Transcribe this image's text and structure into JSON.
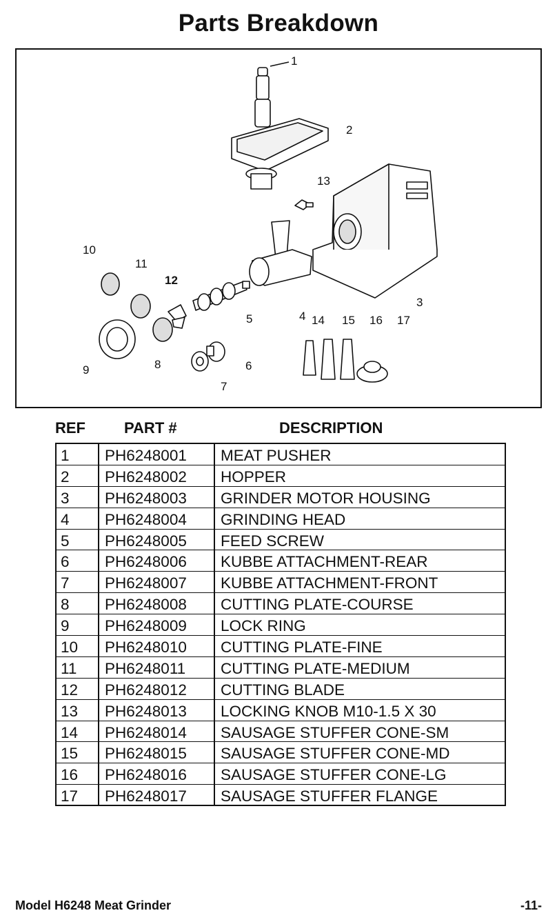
{
  "page": {
    "title": "Parts Breakdown",
    "footer_left": "Model H6248 Meat Grinder",
    "footer_right": "-11-"
  },
  "diagram": {
    "callouts": [
      "1",
      "2",
      "3",
      "4",
      "5",
      "6",
      "7",
      "8",
      "9",
      "10",
      "11",
      "12",
      "13",
      "14",
      "15",
      "16",
      "17"
    ]
  },
  "table": {
    "headers": {
      "ref": "REF",
      "part": "PART #",
      "desc": "DESCRIPTION"
    },
    "rows": [
      {
        "ref": "1",
        "part": "PH6248001",
        "desc": "MEAT PUSHER"
      },
      {
        "ref": "2",
        "part": "PH6248002",
        "desc": "HOPPER"
      },
      {
        "ref": "3",
        "part": "PH6248003",
        "desc": "GRINDER MOTOR HOUSING"
      },
      {
        "ref": "4",
        "part": "PH6248004",
        "desc": "GRINDING HEAD"
      },
      {
        "ref": "5",
        "part": "PH6248005",
        "desc": "FEED SCREW"
      },
      {
        "ref": "6",
        "part": "PH6248006",
        "desc": "KUBBE ATTACHMENT-REAR"
      },
      {
        "ref": "7",
        "part": "PH6248007",
        "desc": "KUBBE ATTACHMENT-FRONT"
      },
      {
        "ref": "8",
        "part": "PH6248008",
        "desc": "CUTTING PLATE-COURSE"
      },
      {
        "ref": "9",
        "part": "PH6248009",
        "desc": "LOCK RING"
      },
      {
        "ref": "10",
        "part": "PH6248010",
        "desc": "CUTTING PLATE-FINE"
      },
      {
        "ref": "11",
        "part": "PH6248011",
        "desc": "CUTTING PLATE-MEDIUM"
      },
      {
        "ref": "12",
        "part": "PH6248012",
        "desc": "CUTTING BLADE"
      },
      {
        "ref": "13",
        "part": "PH6248013",
        "desc": "LOCKING KNOB M10-1.5 X 30"
      },
      {
        "ref": "14",
        "part": "PH6248014",
        "desc": "SAUSAGE STUFFER CONE-SM"
      },
      {
        "ref": "15",
        "part": "PH6248015",
        "desc": "SAUSAGE STUFFER CONE-MD"
      },
      {
        "ref": "16",
        "part": "PH6248016",
        "desc": "SAUSAGE STUFFER CONE-LG"
      },
      {
        "ref": "17",
        "part": "PH6248017",
        "desc": "SAUSAGE STUFFER FLANGE"
      }
    ]
  }
}
